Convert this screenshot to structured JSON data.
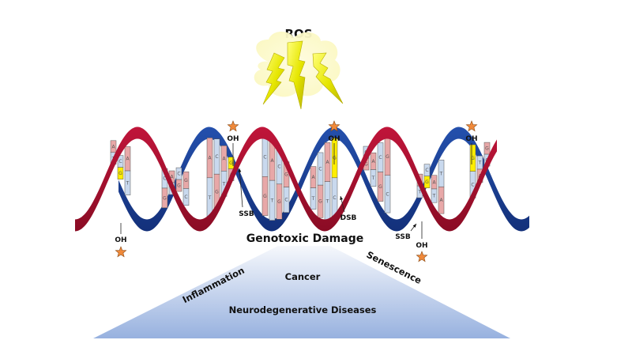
{
  "title": "ROS",
  "colors": {
    "strand_red": "#b0102e",
    "strand_red_dark": "#7a0a20",
    "strand_blue": "#1c3f95",
    "strand_blue_dark": "#0f2762",
    "base_pink": "#e8a8a8",
    "base_blue": "#c9d9ee",
    "base_oxidized": "#ffee00",
    "star": "#f0893a",
    "bolt": "#e8e800",
    "cloud": "#fdfbcf",
    "pyramid_top": "#f4f6fb",
    "pyramid_bottom": "#9bb4e0"
  },
  "lesions": [
    {
      "label": "OH",
      "type": "oxidized-base",
      "position": "below-left"
    },
    {
      "label": "OH",
      "type": "oxidized-base",
      "position": "top"
    },
    {
      "label": "OH",
      "type": "oxidized-base",
      "position": "top"
    },
    {
      "label": "OH",
      "type": "oxidized-base",
      "position": "top-right"
    },
    {
      "label": "OH",
      "type": "oxidized-base",
      "position": "below-right"
    }
  ],
  "breaks": [
    {
      "label": "SSB",
      "meaning": "single-strand break"
    },
    {
      "label": "DSB",
      "meaning": "double-strand break"
    },
    {
      "label": "SSB",
      "meaning": "single-strand break"
    }
  ],
  "base_segments": [
    {
      "pairs": [
        [
          "A",
          "T"
        ],
        [
          "C",
          "G*"
        ],
        [
          "A",
          "T"
        ]
      ]
    },
    {
      "pairs": [
        [
          "C",
          "G"
        ],
        [
          "A",
          "T"
        ],
        [
          "C",
          "G"
        ],
        [
          "G",
          "C"
        ]
      ]
    },
    {
      "pairs": [
        [
          "A",
          "T"
        ],
        [
          "C",
          "G"
        ],
        [
          "A",
          "T"
        ],
        [
          "G*",
          "A"
        ]
      ]
    },
    {
      "pairs": [
        [
          "C",
          "G"
        ],
        [
          "A",
          "T"
        ],
        [
          "C",
          "G"
        ],
        [
          "G",
          "C"
        ]
      ]
    },
    {
      "pairs": [
        [
          "A",
          "T"
        ],
        [
          "C",
          "G"
        ],
        [
          "A",
          "T"
        ],
        [
          "G*",
          "C"
        ]
      ]
    },
    {
      "pairs": [
        [
          "C",
          "G"
        ],
        [
          "A",
          "T"
        ],
        [
          "C",
          "G"
        ],
        [
          "G",
          "C"
        ]
      ]
    },
    {
      "pairs": [
        [
          "A",
          "T"
        ],
        [
          "C",
          "G*"
        ],
        [
          "A",
          "T"
        ],
        [
          "T",
          "A"
        ]
      ]
    },
    {
      "pairs": [
        [
          "G*",
          "C"
        ],
        [
          "T",
          "A"
        ],
        [
          "G",
          "C"
        ]
      ]
    }
  ],
  "damage_label": "Genotoxic Damage",
  "pyramid": {
    "left_edge_label": "Inflammation",
    "right_edge_label": "Senescence",
    "levels": [
      "Cancer",
      "Neurodegenerative Diseases"
    ]
  }
}
